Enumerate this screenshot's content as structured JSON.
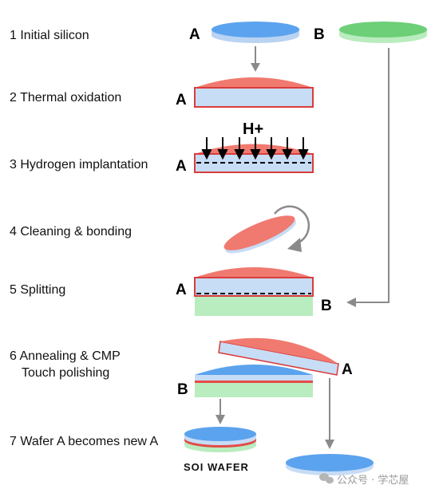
{
  "steps": [
    {
      "number": "1",
      "label": "Initial silicon"
    },
    {
      "number": "2",
      "label": "Thermal oxidation"
    },
    {
      "number": "3",
      "label": "Hydrogen implantation"
    },
    {
      "number": "4",
      "label": "Cleaning & bonding"
    },
    {
      "number": "5",
      "label": "Splitting"
    },
    {
      "number": "6",
      "label": "Annealing & CMP",
      "label_line2": "Touch polishing"
    },
    {
      "number": "7",
      "label": "Wafer A becomes new A"
    }
  ],
  "wafer_labels": {
    "a": "A",
    "b": "B"
  },
  "implant_label": "H+",
  "soi_label": "SOI WAFER",
  "watermark": "公众号 · 学芯屋",
  "colors": {
    "silicon_a": "#5ba3ee",
    "silicon_a_light": "#c7dcf5",
    "silicon_b": "#6dcf78",
    "silicon_b_light": "#b9ecbe",
    "oxide": "#f07a70",
    "oxide_edge": "#d93c3c",
    "arrow": "#8a8a8a"
  }
}
